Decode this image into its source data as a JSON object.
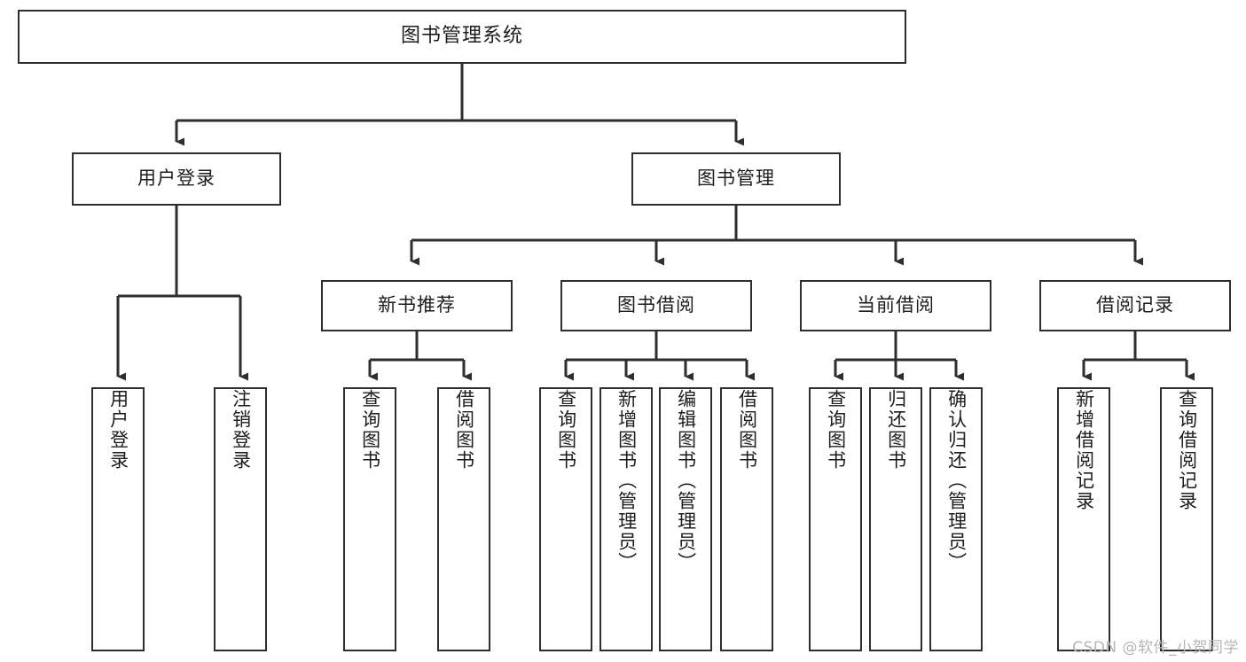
{
  "diagram": {
    "type": "tree-hierarchy",
    "orientation": "top-down",
    "root": {
      "label": "图书管理系统"
    },
    "level2": [
      {
        "label": "用户登录"
      },
      {
        "label": "图书管理"
      }
    ],
    "level3": [
      {
        "label": "新书推荐"
      },
      {
        "label": "图书借阅"
      },
      {
        "label": "当前借阅"
      },
      {
        "label": "借阅记录"
      }
    ],
    "leaves": {
      "user_login": [
        {
          "label": "用户登录"
        },
        {
          "label": "注销登录"
        }
      ],
      "new_book_recommend": [
        {
          "label": "查询图书"
        },
        {
          "label": "借阅图书"
        }
      ],
      "book_borrow": [
        {
          "label": "查询图书"
        },
        {
          "label": "新增图书（管理员）"
        },
        {
          "label": "编辑图书（管理员）"
        },
        {
          "label": "借阅图书"
        }
      ],
      "current_borrow": [
        {
          "label": "查询图书"
        },
        {
          "label": "归还图书"
        },
        {
          "label": "确认归还（管理员）"
        }
      ],
      "borrow_record": [
        {
          "label": "新增借阅记录"
        },
        {
          "label": "查询借阅记录"
        }
      ]
    }
  },
  "watermark": {
    "text": "CSDN @软件_小贺同学"
  },
  "colors": {
    "stroke": "#2e2e2e",
    "background": "#ffffff",
    "text": "#1d1d1d",
    "watermark": "#b6b6b6"
  }
}
